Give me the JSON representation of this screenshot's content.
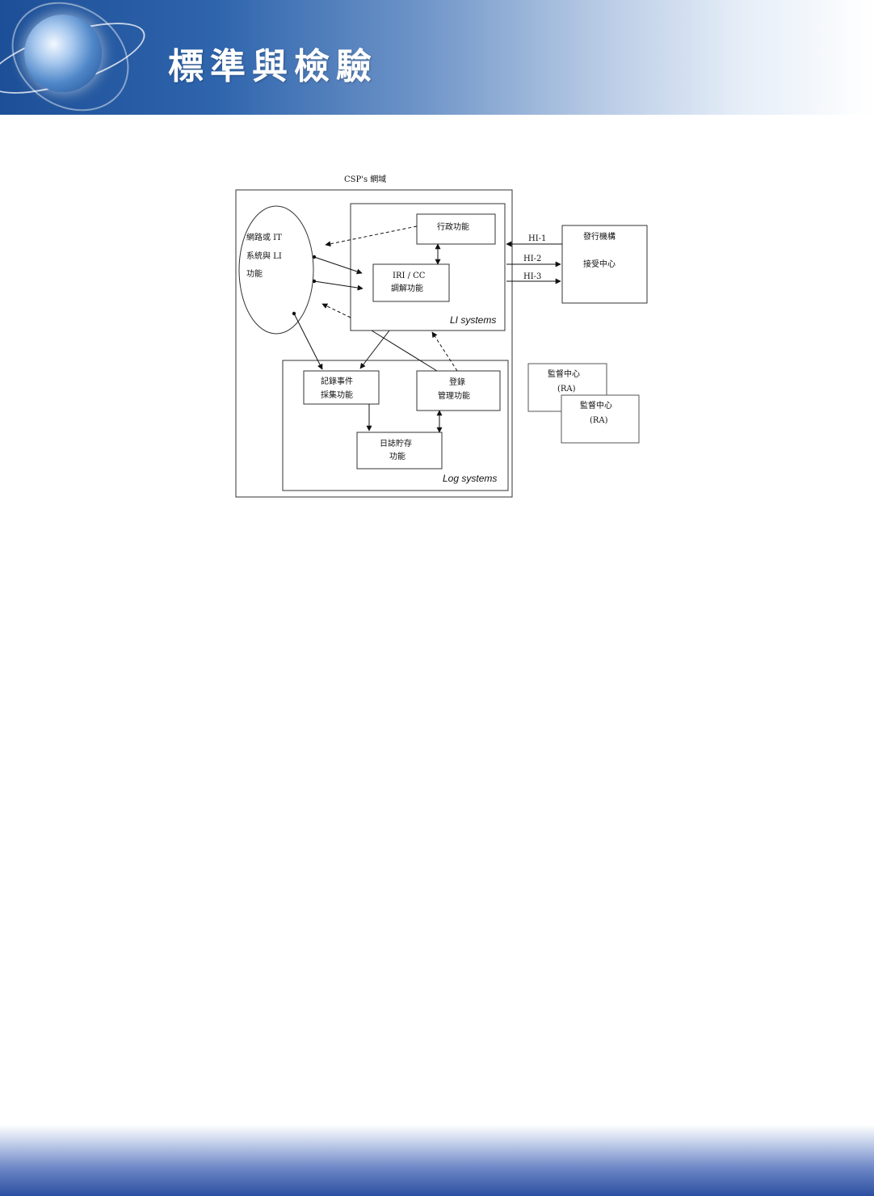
{
  "header": {
    "title": "標準與檢驗"
  },
  "diagram": {
    "csp_label": "CSP's 網域",
    "ellipse_lines": [
      "網路或 IT",
      "系統與 LI",
      "功能"
    ],
    "li_systems_label": "LI systems",
    "admin_fn": "行政功能",
    "iri_cc_lines": [
      "IRI / CC",
      "調解功能"
    ],
    "issuer_lines": [
      "發行機構",
      "接受中心"
    ],
    "hi1": "HI-1",
    "hi2": "HI-2",
    "hi3": "HI-3",
    "log_systems_label": "Log systems",
    "log_collect_lines": [
      "記錄事件",
      "採集功能"
    ],
    "log_mgmt_lines": [
      "登錄",
      "管理功能"
    ],
    "log_store_lines": [
      "日誌貯存",
      "功能"
    ],
    "ra1_lines": [
      "監督中心",
      "(RA)"
    ],
    "ra2_lines": [
      "監督中心",
      "(RA)"
    ]
  }
}
